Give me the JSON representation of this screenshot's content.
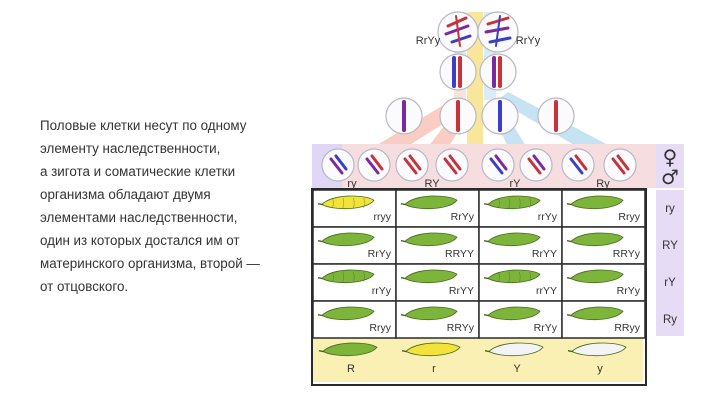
{
  "caption_lines": [
    "Половые клетки несут по одному",
    "элементу наследственности,",
    "а зигота и соматические клетки",
    "организма обладают двумя",
    "элементами наследственности,",
    "один из которых достался им от",
    "материнского организма, второй —",
    "от отцовского."
  ],
  "parents": [
    "RrYy",
    "RrYy"
  ],
  "gametes": [
    "ry",
    "RY",
    "rY",
    "Ry"
  ],
  "female_symbol": "♀",
  "male_symbol": "♂",
  "row_gametes": [
    "ry",
    "RY",
    "rY",
    "Ry"
  ],
  "grid": [
    [
      {
        "g": "rryy",
        "pod": "yellow-wrinkled"
      },
      {
        "g": "RrYy",
        "pod": "green"
      },
      {
        "g": "rrYy",
        "pod": "green-wrinkled"
      },
      {
        "g": "Rryy",
        "pod": "green"
      }
    ],
    [
      {
        "g": "RrYy",
        "pod": "green"
      },
      {
        "g": "RRYY",
        "pod": "green"
      },
      {
        "g": "RrYY",
        "pod": "green"
      },
      {
        "g": "RRYy",
        "pod": "green"
      }
    ],
    [
      {
        "g": "rrYy",
        "pod": "green-wrinkled"
      },
      {
        "g": "RrYY",
        "pod": "green"
      },
      {
        "g": "rrYY",
        "pod": "green-wrinkled"
      },
      {
        "g": "RrYy",
        "pod": "green"
      }
    ],
    [
      {
        "g": "Rryy",
        "pod": "green"
      },
      {
        "g": "RRYy",
        "pod": "green"
      },
      {
        "g": "RrYy",
        "pod": "green"
      },
      {
        "g": "RRyy",
        "pod": "green"
      }
    ]
  ],
  "legend": [
    {
      "label": "R",
      "pod": "green"
    },
    {
      "label": "r",
      "pod": "yellow"
    },
    {
      "label": "Y",
      "pod": "white"
    },
    {
      "label": "y",
      "pod": "white"
    }
  ],
  "colors": {
    "yellow_band": "#f7e38a",
    "pink_band": "#f8c8bc",
    "blue_band": "#bfe0f2",
    "lavender": "#e0d6f6",
    "gamete_strip": "#f6dde0",
    "row_legend": "#e7dcf6",
    "bottom_row": "#faf0b4",
    "grid_line": "#2b2b2b",
    "pod_green": "#7db43a",
    "pod_yellow": "#f2e23a",
    "pod_white": "#f4f4f4",
    "chrom_red": "#c8323a",
    "chrom_blue": "#3a3ec8",
    "chrom_purple": "#7a2aa0"
  }
}
